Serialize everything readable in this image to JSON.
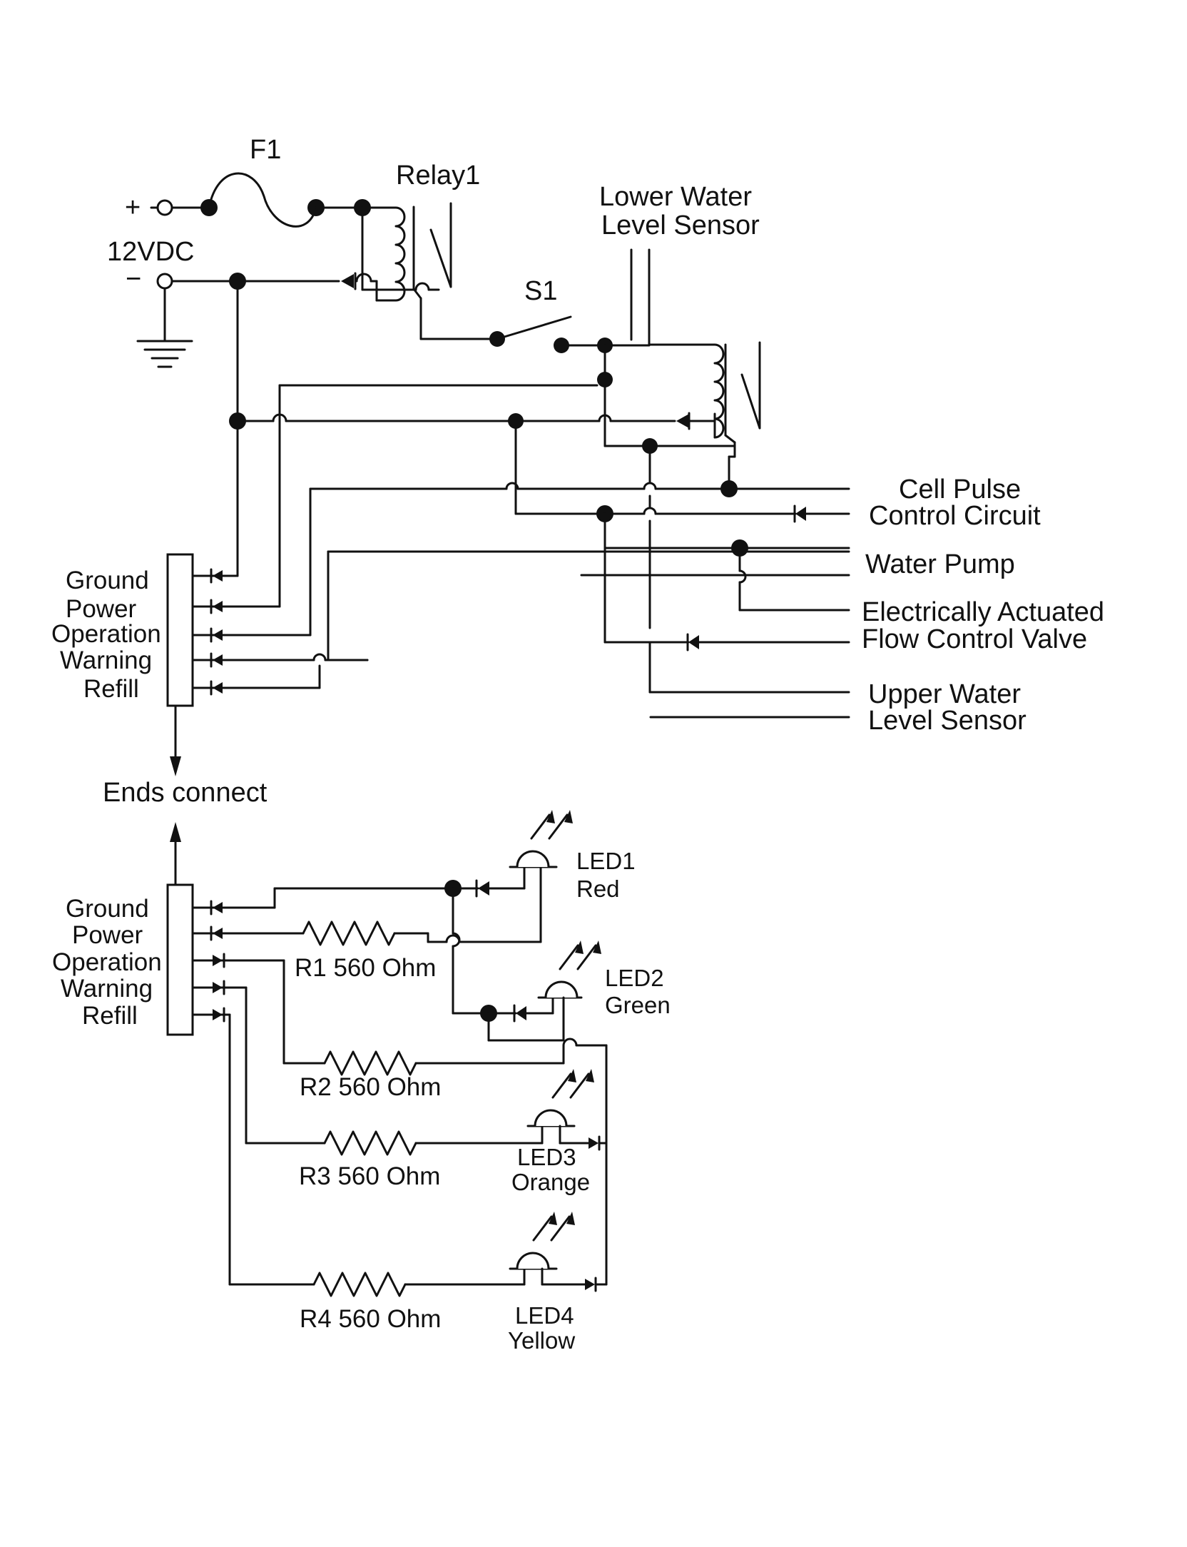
{
  "power": {
    "fuse": "F1",
    "relay": "Relay1",
    "switch": "S1",
    "plus": "+",
    "minus": "−",
    "supply": "12VDC"
  },
  "sensors": {
    "lower_line1": "Lower Water",
    "lower_line2": "Level Sensor",
    "upper_line1": "Upper Water",
    "upper_line2": "Level Sensor"
  },
  "outputs": {
    "cell_line1": "Cell Pulse",
    "cell_line2": "Control Circuit",
    "pump": "Water Pump",
    "valve_line1": "Electrically Actuated",
    "valve_line2": "Flow Control Valve"
  },
  "connector_top": [
    "Ground",
    "Power",
    "Operation",
    "Warning",
    "Refill"
  ],
  "connector_bottom": [
    "Ground",
    "Power",
    "Operation",
    "Warning",
    "Refill"
  ],
  "ends_connect": "Ends connect",
  "resistors": [
    "R1 560 Ohm",
    "R2  560 Ohm",
    "R3 560 Ohm",
    "R4 560 Ohm"
  ],
  "leds": [
    {
      "name": "LED1",
      "color": "Red"
    },
    {
      "name": "LED2",
      "color": "Green"
    },
    {
      "name": "LED3",
      "color": "Orange"
    },
    {
      "name": "LED4",
      "color": "Yellow"
    }
  ]
}
